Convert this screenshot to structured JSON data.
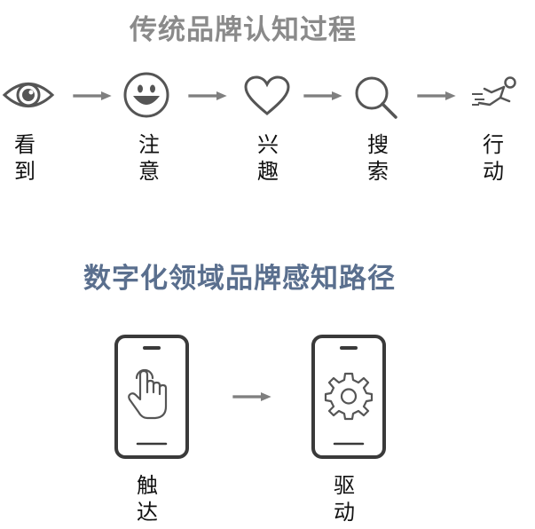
{
  "titles": {
    "traditional": "传统品牌认知过程",
    "digital": "数字化领域品牌感知路径"
  },
  "traditional_steps": [
    {
      "icon": "eye-icon",
      "line1": "看",
      "line2": "到"
    },
    {
      "icon": "smiley-icon",
      "line1": "注",
      "line2": "意"
    },
    {
      "icon": "heart-icon",
      "line1": "兴",
      "line2": "趣"
    },
    {
      "icon": "search-icon",
      "line1": "搜",
      "line2": "索"
    },
    {
      "icon": "running-person-icon",
      "line1": "行",
      "line2": "动"
    }
  ],
  "digital_steps": [
    {
      "icon": "phone-touch-icon",
      "line1": "触",
      "line2": "达"
    },
    {
      "icon": "phone-gear-icon",
      "line1": "驱",
      "line2": "动"
    }
  ],
  "colors": {
    "traditional_title": "#8a8a8a",
    "digital_title": "#5a6f8e",
    "icon_stroke": "#555555",
    "arrow": "#7f7f7f"
  }
}
